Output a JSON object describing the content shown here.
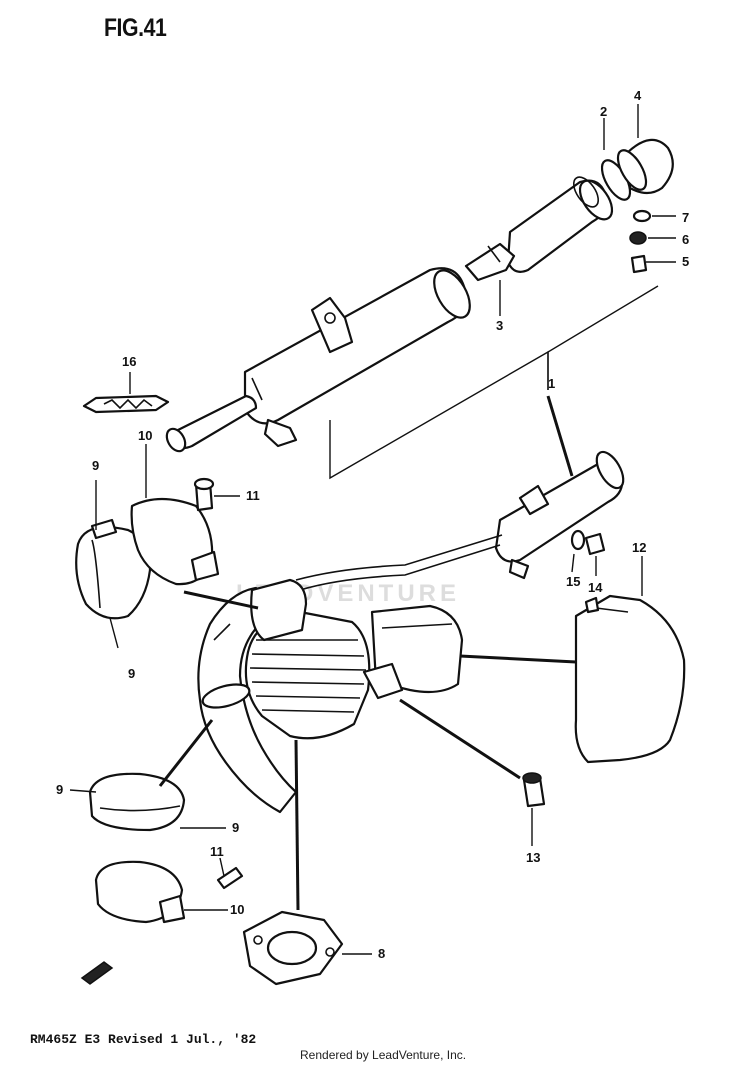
{
  "figure": {
    "title": "FIG.41",
    "footer_model": "RM465Z E3  Revised 1 Jul., '82",
    "footer_render": "Rendered by LeadVenture, Inc.",
    "watermark": "LEADVENTURE"
  },
  "callouts": [
    "1",
    "2",
    "3",
    "4",
    "5",
    "6",
    "7",
    "8",
    "9",
    "9",
    "9",
    "9",
    "10",
    "10",
    "11",
    "11",
    "12",
    "13",
    "14",
    "15",
    "16"
  ],
  "colors": {
    "ink": "#111111",
    "paper": "#ffffff",
    "watermark": "#b4b4b4"
  }
}
